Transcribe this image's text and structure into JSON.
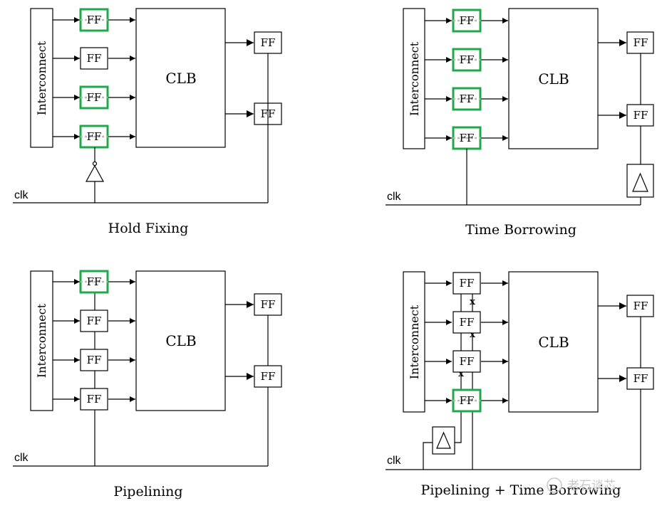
{
  "panels": [
    {
      "caption": "Hold Fixing",
      "interconnect": "Interconnect",
      "clb": "CLB",
      "clk": "clk",
      "ff": "FF"
    },
    {
      "caption": "Time Borrowing",
      "interconnect": "Interconnect",
      "clb": "CLB",
      "clk": "clk",
      "ff": "FF"
    },
    {
      "caption": "Pipelining",
      "interconnect": "Interconnect",
      "clb": "CLB",
      "clk": "clk",
      "ff": "FF"
    },
    {
      "caption": "Pipelining + Time Borrowing",
      "interconnect": "Interconnect",
      "clb": "CLB",
      "clk": "clk",
      "ff": "FF"
    }
  ],
  "x_mark": "x",
  "watermark": "老石谈芯",
  "colors": {
    "highlight_ff": "#1faa4a",
    "bypass_dash": "#b8b8b8"
  }
}
